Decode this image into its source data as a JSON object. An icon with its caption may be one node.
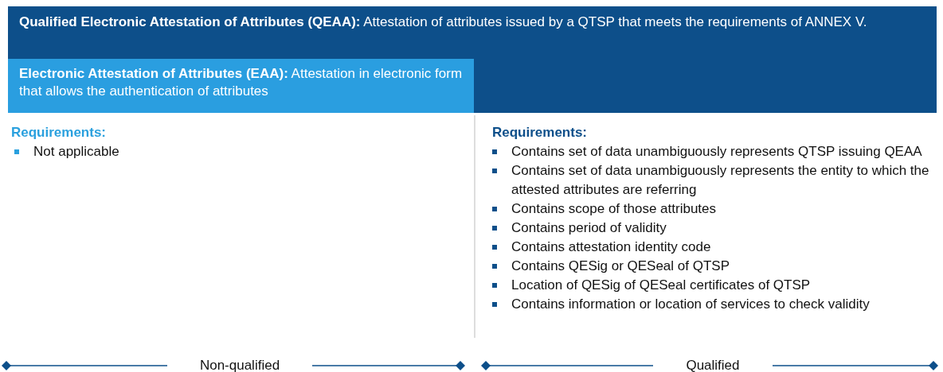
{
  "diagram": {
    "nodes": [
      {
        "text": [
          "**Qualified Electronic Attestation of Attributes (QEAA):** Attestation of attributes issued by a QTSP that meets the requirements of ANNEX V."
        ]
      },
      {
        "text": [
          "**Electronic Attestation of Attributes (EAA):** Attestation in electronic form that allows the authentication of attributes"
        ],
        "in": 0
      }
    ],
    "edges": [],
    "labels": [
      "Requirements:",
      "Not applicable",
      "Requirements:",
      "Contains set of data unambiguously represents QTSP issuing QEAA",
      "Contains set of data unambiguously represents the entity to which the attested attributes are referring",
      "Contains scope of those attributes",
      "Contains period of validity",
      "Contains attestation identity code",
      "Contains QESig or QESeal of QTSP",
      "Location of QESig of QESeal certificates of QTSP",
      "Contains information or location of services to check validity",
      "Non-qualified",
      "Qualified"
    ]
  }
}
